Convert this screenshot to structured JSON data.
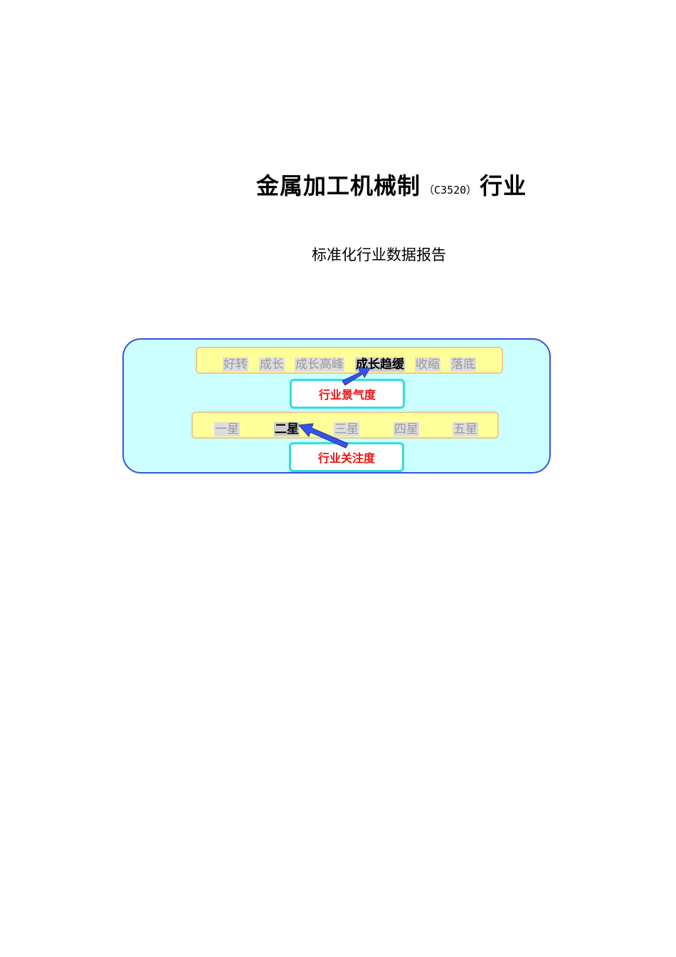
{
  "title": {
    "main": "金属加工机械制",
    "code": "（C3520）",
    "suffix": "行业"
  },
  "subtitle": "标准化行业数据报告",
  "prosperity": {
    "items": [
      "好转",
      "成长",
      "成长高峰",
      "成长趋缓",
      "收缩",
      "落底"
    ],
    "active_index": 3,
    "label": "行业景气度"
  },
  "attention": {
    "items": [
      "一星",
      "二星",
      "三星",
      "四星",
      "五星"
    ],
    "active_index": 1,
    "label": "行业关注度"
  },
  "colors": {
    "panel_bg": "#ccffff",
    "panel_border": "#3355dd",
    "strip_bg": "#ffff99",
    "label_red": "#ee1111",
    "arrow_blue": "#3355ee"
  }
}
